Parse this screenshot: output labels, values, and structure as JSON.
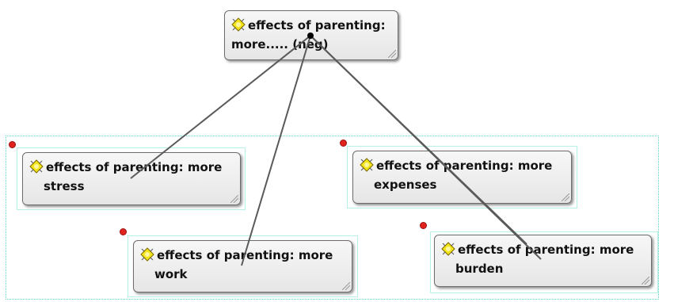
{
  "parent": {
    "line1": "effects of parenting:",
    "line2": "more..... (neg)",
    "icon": "code-icon"
  },
  "children": [
    {
      "line1": "effects of parenting: more",
      "line2": "stress",
      "icon": "code-icon"
    },
    {
      "line1": "effects of parenting: more",
      "line2": "expenses",
      "icon": "code-icon"
    },
    {
      "line1": "effects of parenting: more",
      "line2": "work",
      "icon": "code-icon"
    },
    {
      "line1": "effects of parenting: more",
      "line2": "burden",
      "icon": "code-icon"
    }
  ],
  "colors": {
    "link": "#5a5a5a",
    "selection": "#62d6c4",
    "marker": "#e1231e",
    "icon": "#f2e31a"
  }
}
